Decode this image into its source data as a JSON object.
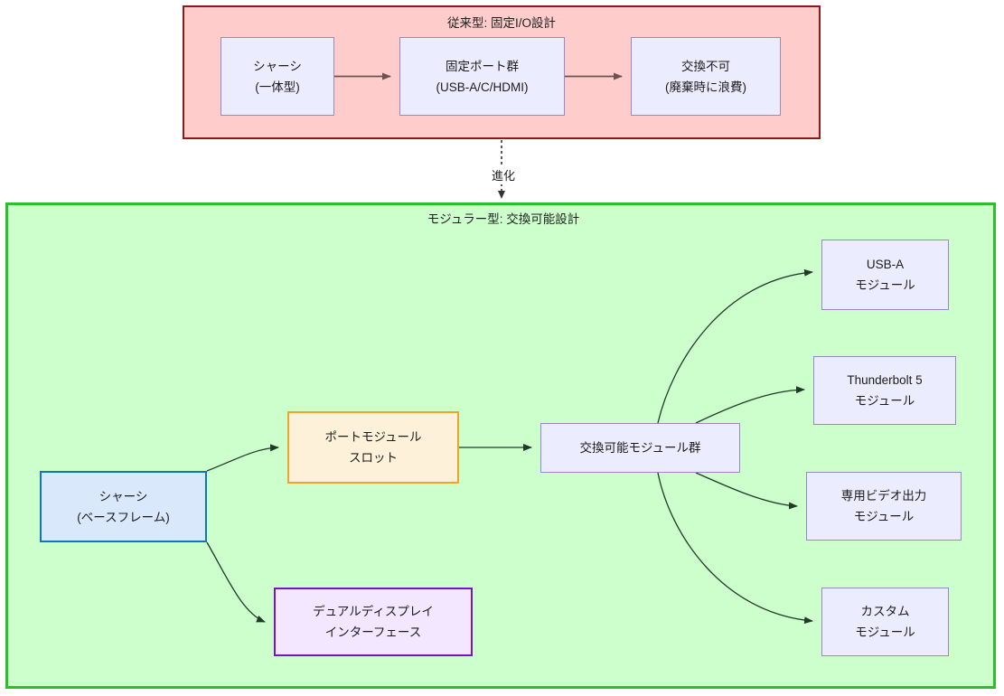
{
  "diagram": {
    "clusters": [
      {
        "id": "legacy",
        "title": "従来型: 固定I/O設計",
        "fill": "#ffcccc",
        "stroke": "#8b1a1a"
      },
      {
        "id": "modular",
        "title": "モジュラー型: 交換可能設計",
        "fill": "#ccffcc",
        "stroke": "#2bbf2b"
      }
    ],
    "nodes": {
      "legacy_chassis": "シャーシ\n(一体型)",
      "fixed_ports": "固定ポート群\n(USB-A/C/HDMI)",
      "non_swappable": "交換不可\n(廃棄時に浪費)",
      "base_chassis": "シャーシ\n(ベースフレーム)",
      "port_module_slot": "ポートモジュール\nスロット",
      "dual_display_interface": "デュアルディスプレイ\nインターフェース",
      "swappable_module_group": "交換可能モジュール群",
      "usb_a_module": "USB-A\nモジュール",
      "thunderbolt_module": "Thunderbolt 5\nモジュール",
      "video_out_module": "専用ビデオ出力\nモジュール",
      "custom_module": "カスタム\nモジュール"
    },
    "edge_labels": {
      "evolution": "進化"
    },
    "colors": {
      "legacy_cluster_fill": "#ffcccc",
      "legacy_cluster_stroke": "#8b1a1a",
      "modular_cluster_fill": "#ccffcc",
      "modular_cluster_stroke": "#2bbf2b",
      "default_node_fill": "#ececff",
      "default_node_stroke": "#9a86c9",
      "chassis_fill": "#dae8fc",
      "chassis_stroke": "#1274bb",
      "slot_fill": "#fdf2d9",
      "slot_stroke": "#eda42b",
      "dual_fill": "#f3e6ff",
      "dual_stroke": "#7a12cc",
      "legacy_edge": "#6b5350",
      "modular_edge": "#1f3b28"
    }
  }
}
